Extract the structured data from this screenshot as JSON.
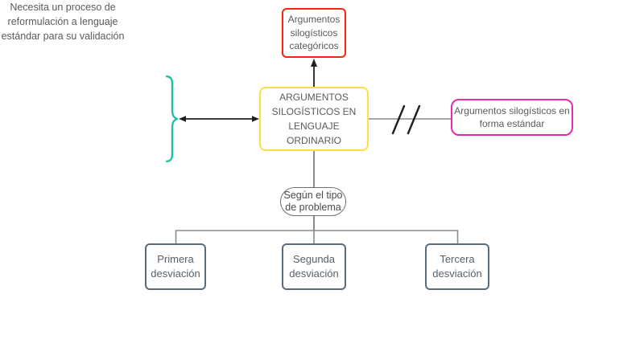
{
  "title": "Mapa conceptual de argumentos silogísticos",
  "colors": {
    "red": "#f5250e",
    "yellow": "#ffdf43",
    "magenta": "#e62ab5",
    "teal": "#21c0a5",
    "slate": "#5c6b7a",
    "line": "#8a8a8a",
    "dark": "#1f1f1f",
    "handText": "#5a5a5a",
    "plainText": "#5a6069",
    "stadiumBorder": "#707070"
  },
  "icons": {
    "up_arrow": "arrow-up",
    "double_arrow": "arrow-left-right",
    "double_slash": "interruption-slashes",
    "brace": "curly-brace"
  },
  "nodes": {
    "categorical": {
      "lines": [
        "Argumentos",
        "silogísticos",
        "categóricos"
      ]
    },
    "ordinary": {
      "lines": [
        "ARGUMENTOS",
        "SILOGÍSTICOS EN",
        "LENGUAJE ORDINARIO"
      ]
    },
    "standard_form": {
      "lines": [
        "Argumentos silogísticos en",
        "forma estándar"
      ]
    },
    "note": {
      "lines": [
        "Necesita un proceso de",
        "reformulación a lenguaje",
        "estándar para su validación"
      ]
    },
    "condition": {
      "lines": [
        "Según el tipo",
        "de problema"
      ]
    },
    "deviation_1": {
      "lines": [
        "Primera",
        "desviación"
      ]
    },
    "deviation_2": {
      "lines": [
        "Segunda",
        "desviación"
      ]
    },
    "deviation_3": {
      "lines": [
        "Tercera",
        "desviación"
      ]
    }
  }
}
